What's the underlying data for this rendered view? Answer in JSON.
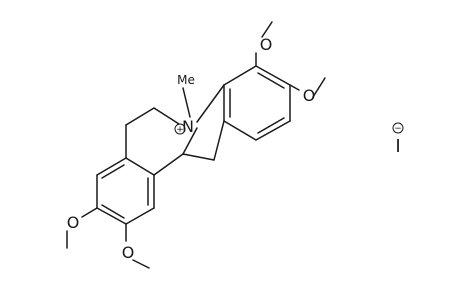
{
  "structure": {
    "cation_nitrogen": "N",
    "nitrogen_charge": "+",
    "n_methyl_label": "Me",
    "oxygen_label": "O",
    "counterion_label": "I",
    "counterion_charge": "−"
  },
  "colors": {
    "ink": "#1a1a1a",
    "background": "#ffffff"
  }
}
